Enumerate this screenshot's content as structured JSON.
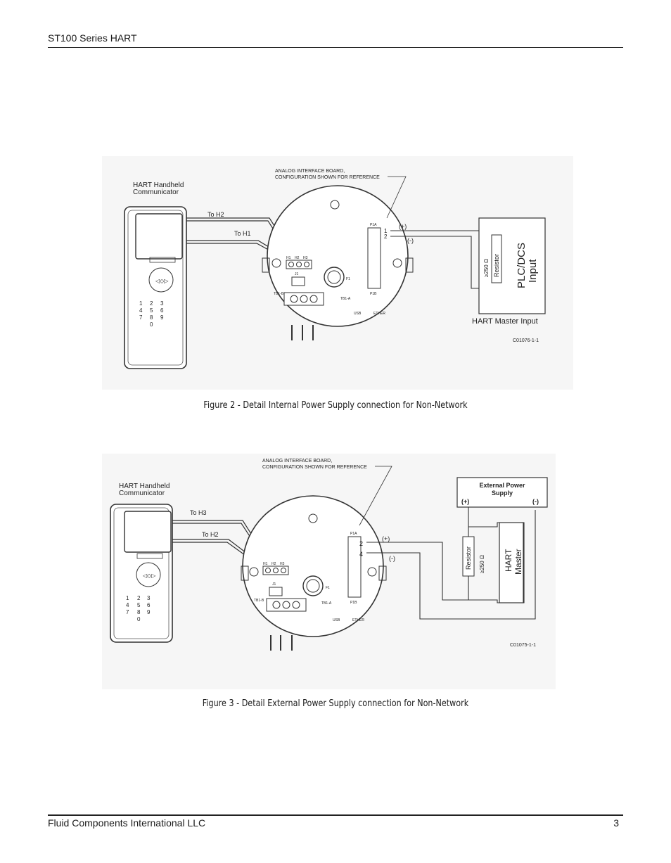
{
  "header": {
    "title": "ST100 Series HART"
  },
  "figure2": {
    "board_note_1": "ANALOG INTERFACE BOARD,",
    "board_note_2": "CONFIGURATION SHOWN FOR REFERENCE",
    "communicator_1": "HART Handheld",
    "communicator_2": "Communicator",
    "wire_a": "To H2",
    "wire_b": "To H1",
    "plus": "(+)",
    "minus": "(-)",
    "pin_1": "1",
    "pin_2": "2",
    "resistor": "Resistor",
    "ohms": "≥250 Ω",
    "plc_1": "PLC/DCS",
    "plc_2": "Input",
    "master_label": "HART Master Input",
    "drawing_no": "C01076-1-1",
    "caption": "Figure 2 - Detail Internal Power Supply connection for Non-Network"
  },
  "figure3": {
    "board_note_1": "ANALOG INTERFACE BOARD,",
    "board_note_2": "CONFIGURATION SHOWN FOR REFERENCE",
    "communicator_1": "HART Handheld",
    "communicator_2": "Communicator",
    "wire_a": "To H3",
    "wire_b": "To H2",
    "plus": "(+)",
    "minus": "(-)",
    "pin_2": "2",
    "pin_4": "4",
    "eps_1": "External Power",
    "eps_2": "Supply",
    "eps_plus": "(+)",
    "eps_minus": "(-)",
    "resistor": "Resistor",
    "ohms": "≥250 Ω",
    "master_1": "HART",
    "master_2": "Master",
    "drawing_no": "C01075-1-1",
    "caption": "Figure 3 - Detail External Power Supply connection for Non-Network"
  },
  "board_labels": {
    "h1": "H1",
    "h2": "H2",
    "h3": "H3",
    "j1": "J1",
    "f1": "F1",
    "tb1b": "TB1-B",
    "tb1a": "TB1-A",
    "p1a": "P1A",
    "p1b": "P1B",
    "usb": "USB",
    "ether": "ETHER"
  },
  "keypad": [
    "1",
    "2",
    "3",
    "4",
    "5",
    "6",
    "7",
    "8",
    "9",
    "0"
  ],
  "footer": {
    "company": "Fluid Components International LLC",
    "page": "3"
  }
}
